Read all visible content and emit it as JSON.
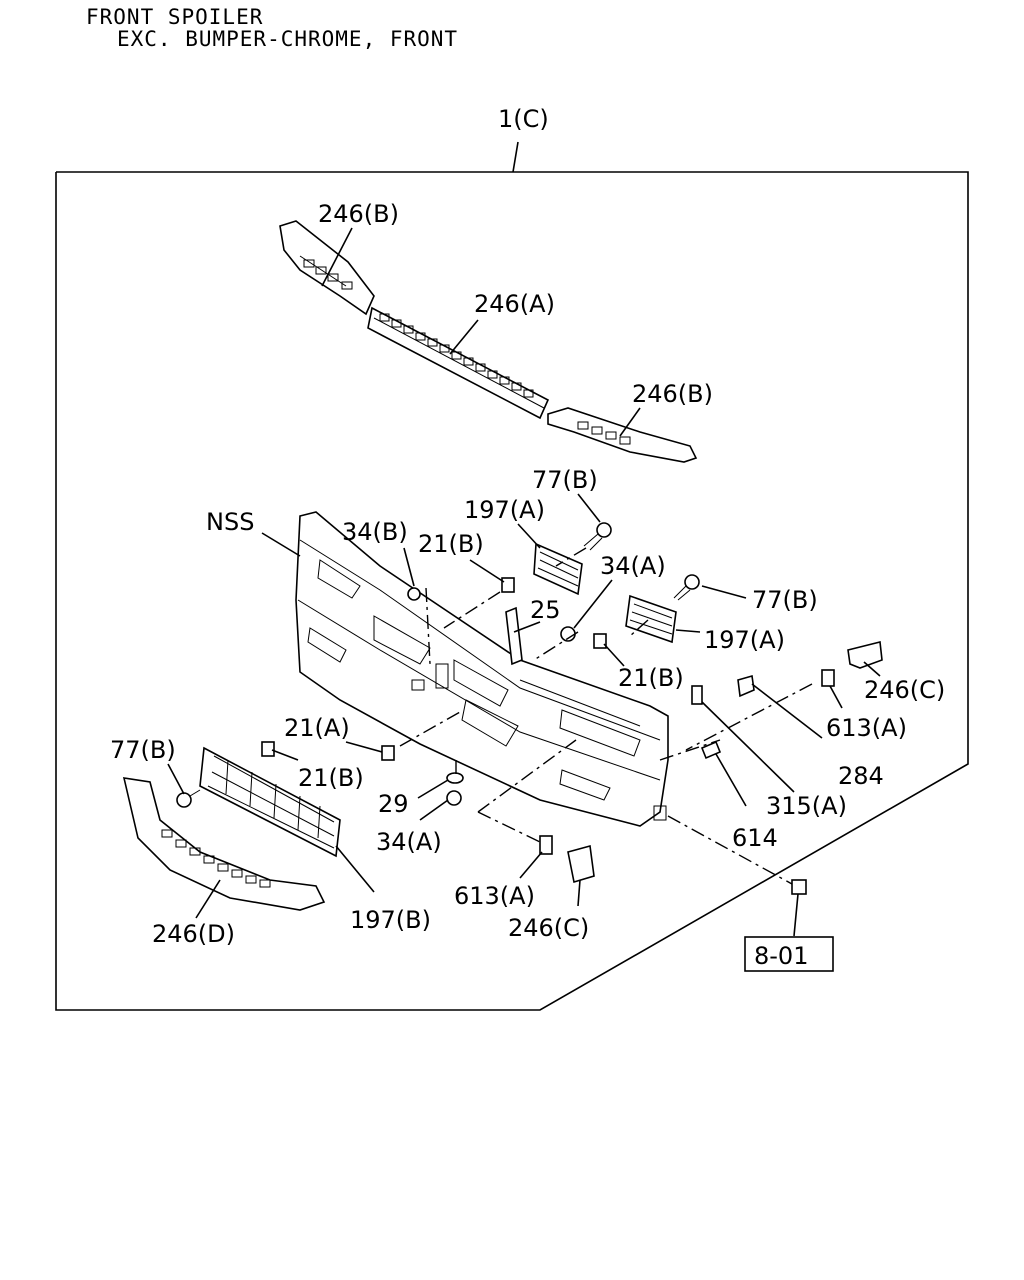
{
  "header": {
    "title": "FRONT SPOILER",
    "subtitle": "EXC. BUMPER-CHROME, FRONT"
  },
  "assembly_label": "1(C)",
  "labels": {
    "l246b_top": "246(B)",
    "l246a": "246(A)",
    "l246b_right": "246(B)",
    "l77b_top": "77(B)",
    "l197a_top": "197(A)",
    "l_nss": "NSS",
    "l34b": "34(B)",
    "l21b_top": "21(B)",
    "l34a_top": "34(A)",
    "l77b_right": "77(B)",
    "l25": "25",
    "l197a_right": "197(A)",
    "l21b_mid": "21(B)",
    "l246c_right": "246(C)",
    "l613a_right": "613(A)",
    "l284": "284",
    "l315a": "315(A)",
    "l614": "614",
    "l21a": "21(A)",
    "l77b_left": "77(B)",
    "l21b_left": "21(B)",
    "l29": "29",
    "l34a_bottom": "34(A)",
    "l613a_bottom": "613(A)",
    "l246c_bottom": "246(C)",
    "l197b": "197(B)",
    "l246d": "246(D)"
  },
  "ref_box": "8-01"
}
